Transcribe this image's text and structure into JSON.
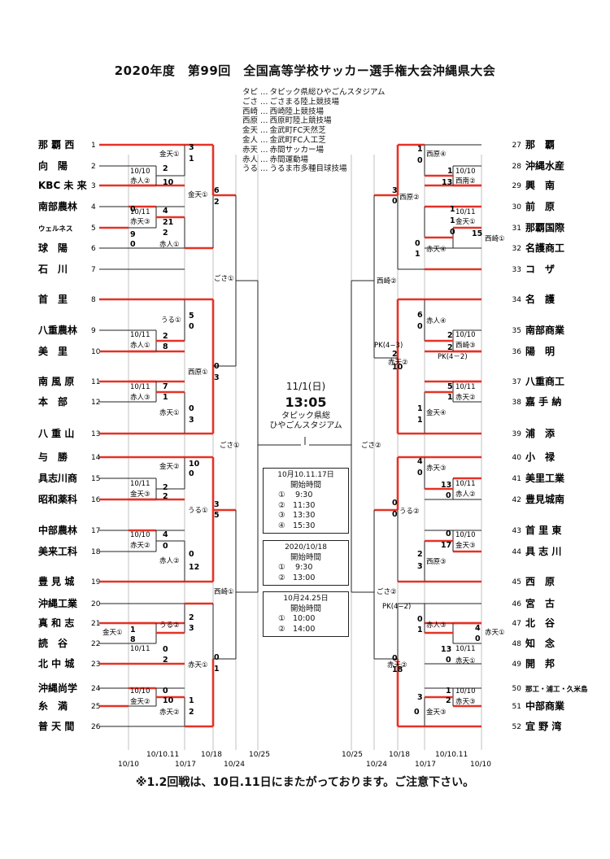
{
  "title": "2020年度　第99回　全国高等学校サッカー選手権大会沖縄県大会",
  "venues": [
    {
      "code": "タピ",
      "name": "タピック県総ひやごんスタジアム"
    },
    {
      "code": "ごさ",
      "name": "ごさまる陸上競技場"
    },
    {
      "code": "西崎",
      "name": "西崎陸上競技場"
    },
    {
      "code": "西原",
      "name": "西原町陸上競技場"
    },
    {
      "code": "金天",
      "name": "金武町FC天然芝"
    },
    {
      "code": "金人",
      "name": "金武町FC人工芝"
    },
    {
      "code": "赤天",
      "name": "赤間サッカー場"
    },
    {
      "code": "赤人",
      "name": "赤間運動場"
    },
    {
      "code": "うる",
      "name": "うるま市多種目球技場"
    }
  ],
  "legend_sep": "…",
  "left_teams": [
    {
      "no": "1",
      "name": "那 覇 西"
    },
    {
      "no": "2",
      "name": "向　陽"
    },
    {
      "no": "3",
      "name": "KBC 未 来"
    },
    {
      "no": "4",
      "name": "南部農林"
    },
    {
      "no": "5",
      "name": "ウェルネス"
    },
    {
      "no": "6",
      "name": "球　陽"
    },
    {
      "no": "7",
      "name": "石　川"
    },
    {
      "no": "8",
      "name": "首　里"
    },
    {
      "no": "9",
      "name": "八重農林"
    },
    {
      "no": "10",
      "name": "美　里"
    },
    {
      "no": "11",
      "name": "南 風 原"
    },
    {
      "no": "12",
      "name": "本　部"
    },
    {
      "no": "13",
      "name": "八 重 山"
    },
    {
      "no": "14",
      "name": "与　勝"
    },
    {
      "no": "15",
      "name": "具志川商"
    },
    {
      "no": "16",
      "name": "昭和薬科"
    },
    {
      "no": "17",
      "name": "中部農林"
    },
    {
      "no": "18",
      "name": "美来工科"
    },
    {
      "no": "19",
      "name": "豊 見 城"
    },
    {
      "no": "20",
      "name": "沖縄工業"
    },
    {
      "no": "21",
      "name": "真 和 志"
    },
    {
      "no": "22",
      "name": "読　谷"
    },
    {
      "no": "23",
      "name": "北 中 城"
    },
    {
      "no": "24",
      "name": "沖縄尚学"
    },
    {
      "no": "25",
      "name": "糸　満"
    },
    {
      "no": "26",
      "name": "普 天 間"
    }
  ],
  "right_teams": [
    {
      "no": "27",
      "name": "那　覇"
    },
    {
      "no": "28",
      "name": "沖縄水産"
    },
    {
      "no": "29",
      "name": "興　南"
    },
    {
      "no": "30",
      "name": "前　原"
    },
    {
      "no": "31",
      "name": "那覇国際"
    },
    {
      "no": "32",
      "name": "名護商工"
    },
    {
      "no": "33",
      "name": "コ　ザ"
    },
    {
      "no": "34",
      "name": "名　護"
    },
    {
      "no": "35",
      "name": "南部商業"
    },
    {
      "no": "36",
      "name": "陽　明"
    },
    {
      "no": "37",
      "name": "八重商工"
    },
    {
      "no": "38",
      "name": "嘉 手 納"
    },
    {
      "no": "39",
      "name": "浦　添"
    },
    {
      "no": "40",
      "name": "小　禄"
    },
    {
      "no": "41",
      "name": "美里工業"
    },
    {
      "no": "42",
      "name": "豊見城南"
    },
    {
      "no": "43",
      "name": "首 里 東"
    },
    {
      "no": "44",
      "name": "具 志 川"
    },
    {
      "no": "45",
      "name": "西　原"
    },
    {
      "no": "46",
      "name": "宮　古"
    },
    {
      "no": "47",
      "name": "北　谷"
    },
    {
      "no": "48",
      "name": "知　念"
    },
    {
      "no": "49",
      "name": "開　邦"
    },
    {
      "no": "50",
      "name": "那工・浦工・久米島"
    },
    {
      "no": "51",
      "name": "中部商業"
    },
    {
      "no": "52",
      "name": "宜 野 湾"
    }
  ],
  "match_labels": {
    "L_r2_1": "10/10",
    "L_r2_1b": "赤人②",
    "L_r2_2": "10/11",
    "L_r2_2b": "赤天③",
    "L_r2_2c": "赤人①",
    "L_r3_1": "金天①",
    "L_r3_2": "赤人①",
    "L_r4_1": "金天①",
    "L_r2_3": "10/11",
    "L_r2_3b": "赤人①",
    "L_r2_4": "10/11",
    "L_r2_4b": "赤人③",
    "L_r3_3": "うる①",
    "L_r3_4": "赤天①",
    "L_r4_2": "西原①",
    "L_qf_1": "ごさ①",
    "L_r2_5": "10/11",
    "L_r2_5b": "金天③",
    "L_r2_6": "10/10",
    "L_r2_6b": "赤天②",
    "L_r3_5": "金天②",
    "L_r3_6": "赤人②",
    "L_r4_3": "うる①",
    "L_r2_7": "10/11",
    "L_r2_7a": "金天①",
    "L_r2_8": "10/10",
    "L_r2_8b": "金天②",
    "L_r3_7": "うる②",
    "L_r3_8": "赤天②",
    "L_r4_4": "赤天①",
    "L_qf_2": "西崎①",
    "L_sf": "ごさ①",
    "R_r2_1": "10/10",
    "R_r2_1b": "西南②",
    "R_r2_2": "10/11",
    "R_r2_2b": "金天①",
    "R_r2_2c": "西崎①",
    "R_r3_1": "西原④",
    "R_r3_2": "赤天④",
    "R_r4_1": "西原②",
    "R_r2_3": "10/10",
    "R_r2_3b": "西崎③",
    "R_r2_4": "10/11",
    "R_r2_4b": "赤天②",
    "R_r3_3": "赤人④",
    "R_r3_4": "金天④",
    "R_r4_2": "赤天②",
    "R_qf_1": "西崎②",
    "R_pk_1": "PK(4−3)",
    "R_pk_2": "PK(4－2)",
    "R_r2_5": "10/11",
    "R_r2_5b": "赤人②",
    "R_r2_6": "10/10",
    "R_r2_6b": "金天③",
    "R_r3_5": "赤天③",
    "R_r3_6": "西原③",
    "R_r4_3": "うる②",
    "R_r2_7": "10/11",
    "R_r2_7a": "赤天①",
    "R_r2_7b": "赤天①",
    "R_r2_8": "10/10",
    "R_r2_8b": "赤天③",
    "R_r3_7": "赤人③",
    "R_r3_8": "金天③",
    "R_r4_4": "赤天②",
    "R_qf_2": "ごさ②",
    "R_pk_3": "PK(4−2)",
    "R_sf": "ごさ②"
  },
  "final": {
    "date": "11/1(日)",
    "time": "13:05",
    "venue_line1": "タピック県総",
    "venue_line2": "ひやごんスタジアム"
  },
  "schedules": [
    {
      "date": "10月10.11.17日",
      "label": "開始時間",
      "rows": [
        "①　 9:30",
        "②　11:30",
        "③　13:30",
        "④　15:30"
      ]
    },
    {
      "date": "2020/10/18",
      "label": "開始時間",
      "rows": [
        "①　 9:30",
        "②　13:00"
      ]
    },
    {
      "date": "10月24.25日",
      "label": "開始時間",
      "rows": [
        "①　10:00",
        "②　14:00"
      ]
    }
  ],
  "date_axis": {
    "left": [
      "10/10",
      "10/10.11",
      "10/17",
      "10/18",
      "10/24",
      "10/25"
    ],
    "right": [
      "10/25",
      "10/24",
      "10/18",
      "10/17",
      "10/10.11",
      "10/10"
    ]
  },
  "footnote": "※1.2回戦は、10日.11日にまたがっております。ご注意下さい。",
  "colors": {
    "win_line": "#e53227",
    "line": "#222222",
    "guide": "#999999"
  },
  "scores": {
    "L": [
      "3",
      "1",
      "2",
      "10",
      "0",
      "9",
      "0",
      "21",
      "4",
      "2",
      "6",
      "2",
      "5",
      "0",
      "2",
      "8",
      "7",
      "1",
      "0",
      "3",
      "0",
      "3",
      "10",
      "0",
      "2",
      "2",
      "4",
      "0",
      "0",
      "12",
      "3",
      "5",
      "1",
      "8",
      "0",
      "2",
      "2",
      "3",
      "0",
      "1",
      "0",
      "10",
      "1",
      "2"
    ],
    "R": [
      "1",
      "0",
      "1",
      "13",
      "3",
      "0",
      "1",
      "15",
      "1",
      "0",
      "0",
      "1",
      "6",
      "0",
      "2",
      "2",
      "5",
      "1",
      "2",
      "10",
      "1",
      "1",
      "4",
      "0",
      "13",
      "0",
      "0",
      "17",
      "2",
      "3",
      "0",
      "0",
      "4",
      "0",
      "13",
      "0",
      "0",
      "1",
      "0",
      "18",
      "1",
      "2",
      "3",
      "0"
    ]
  }
}
